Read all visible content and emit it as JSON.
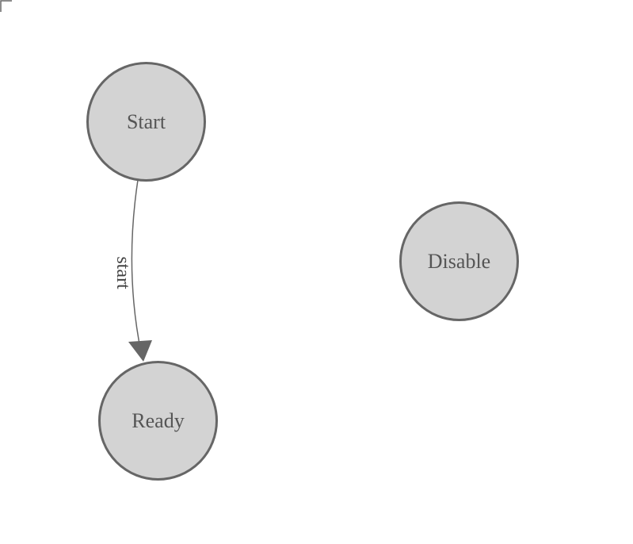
{
  "diagram": {
    "type": "state-machine",
    "nodes": [
      {
        "id": "start",
        "label": "Start"
      },
      {
        "id": "ready",
        "label": "Ready"
      },
      {
        "id": "disable",
        "label": "Disable"
      }
    ],
    "edges": [
      {
        "from": "Start",
        "to": "Ready",
        "label": "start"
      }
    ],
    "colors": {
      "background": "#ffffff",
      "node_fill": "#d3d3d3",
      "node_stroke": "#666666",
      "node_label": "#555555",
      "edge_stroke": "#666666",
      "arrowhead_fill": "#666666",
      "edge_label": "#444444",
      "corner_mark": "#666666"
    }
  }
}
